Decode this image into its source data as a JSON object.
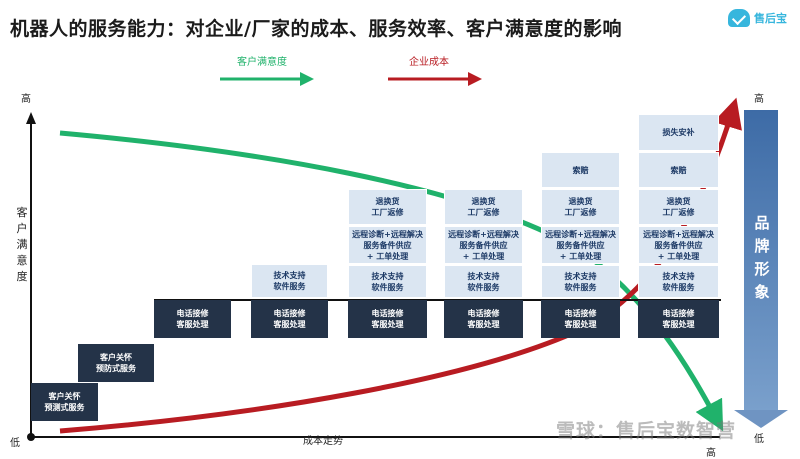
{
  "title": "机器人的服务能力：对企业/厂家的成本、服务效率、客户满意度的影响",
  "logo": {
    "text": "售后宝"
  },
  "legend": {
    "satisfaction": "客户满意度",
    "cost": "企业成本"
  },
  "axes": {
    "y_high": "高",
    "y_low": "低",
    "y_label": "客户满意度",
    "x_label": "成本走势",
    "x_high": "高",
    "brand_high": "高",
    "brand_low": "低"
  },
  "brand_arrow_label": "品牌形象",
  "stages": [
    {
      "dark": [
        "客户关怀",
        "预测式服务"
      ],
      "style": "outline"
    },
    {
      "dark": [
        "客户关怀",
        "预防式服务"
      ],
      "style": "outline"
    },
    {
      "dark": [
        "电话接修",
        "客服处理"
      ]
    },
    {
      "dark": [
        "电话接修",
        "客服处理"
      ],
      "light": [
        [
          "技术支持",
          "软件服务"
        ]
      ]
    },
    {
      "dark": [
        "电话接修",
        "客服处理"
      ],
      "light": [
        [
          "技术支持",
          "软件服务"
        ],
        [
          "远程诊断+远程解决",
          "服务备件供应",
          "+ 工单处理"
        ],
        [
          "退换货",
          "工厂返修"
        ]
      ]
    },
    {
      "dark": [
        "电话接修",
        "客服处理"
      ],
      "light": [
        [
          "技术支持",
          "软件服务"
        ],
        [
          "远程诊断+远程解决",
          "服务备件供应",
          "+ 工单处理"
        ],
        [
          "退换货",
          "工厂返修"
        ],
        [
          "索赔"
        ]
      ]
    },
    {
      "dark": [
        "电话接修",
        "客服处理"
      ],
      "light": [
        [
          "技术支持",
          "软件服务"
        ],
        [
          "远程诊断+远程解决",
          "服务备件供应",
          "+ 工单处理"
        ],
        [
          "退换货",
          "工厂返修"
        ],
        [
          "索赔"
        ],
        [
          "损失安补"
        ]
      ]
    }
  ],
  "watermark": "雪球：售后宝数智营",
  "colors": {
    "satisfaction": "#20b26b",
    "cost": "#b81c22",
    "dark_box": "#243348",
    "light_box": "#dbe6f2",
    "brand_arrow": "#4b78ae"
  }
}
